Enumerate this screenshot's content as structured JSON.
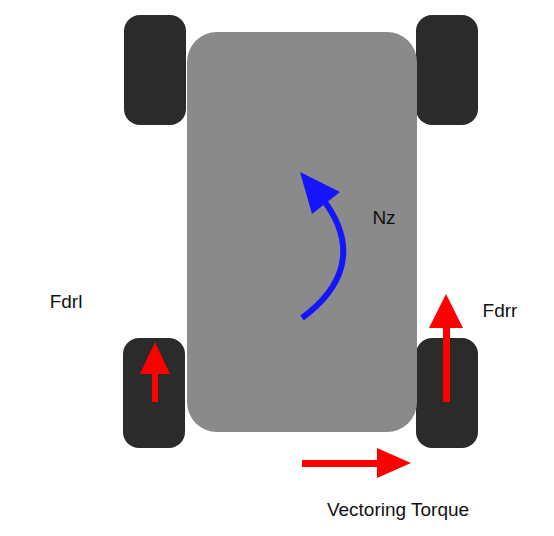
{
  "diagram": {
    "labels": [
      "Nz",
      "Fdrl",
      "Fdrr",
      "Vectoring Torque"
    ]
  }
}
